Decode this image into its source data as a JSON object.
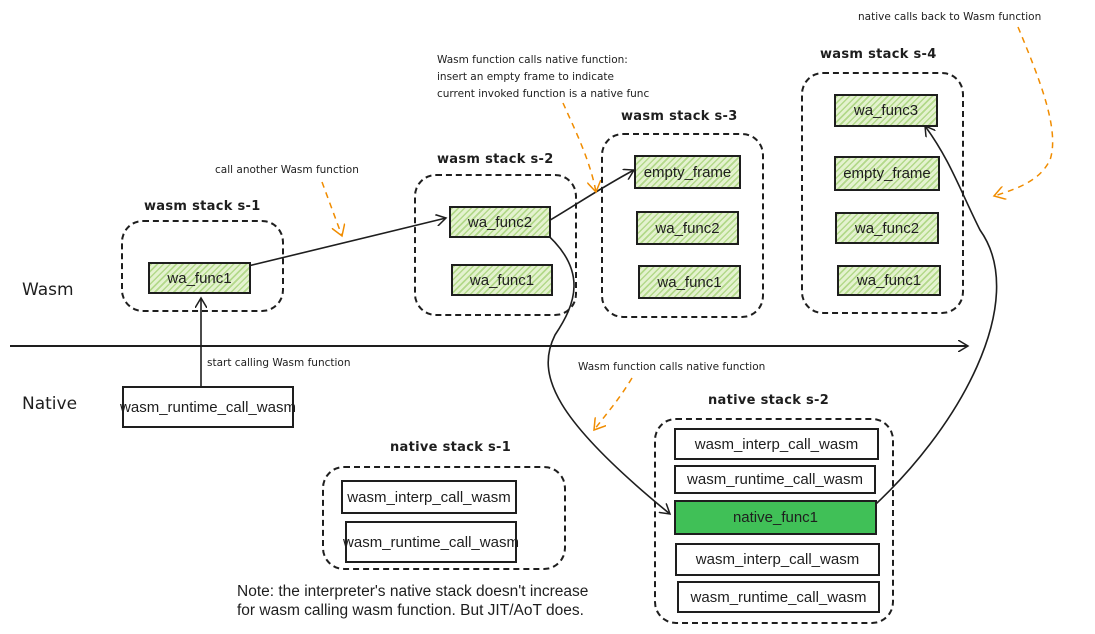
{
  "lanes": {
    "wasm_label": "Wasm",
    "native_label": "Native"
  },
  "stacks": {
    "wasm_s1": {
      "title": "wasm stack s-1",
      "frames": [
        "wa_func1"
      ]
    },
    "wasm_s2": {
      "title": "wasm stack s-2",
      "frames": [
        "wa_func2",
        "wa_func1"
      ]
    },
    "wasm_s3": {
      "title": "wasm stack s-3",
      "frames": [
        "empty_frame",
        "wa_func2",
        "wa_func1"
      ]
    },
    "wasm_s4": {
      "title": "wasm stack s-4",
      "frames": [
        "wa_func3",
        "empty_frame",
        "wa_func2",
        "wa_func1"
      ]
    },
    "native_s1": {
      "title": "native stack s-1",
      "frames": [
        "wasm_interp_call_wasm",
        "wasm_runtime_call_wasm"
      ]
    },
    "native_s2": {
      "title": "native stack s-2",
      "frames": [
        "wasm_interp_call_wasm",
        "wasm_runtime_call_wasm",
        "native_func1",
        "wasm_interp_call_wasm",
        "wasm_runtime_call_wasm"
      ]
    }
  },
  "entry_frame": "wasm_runtime_call_wasm",
  "annotations": {
    "start_call": "start calling Wasm function",
    "call_another": "call another Wasm function",
    "calls_native_line1": "Wasm function calls native function:",
    "calls_native_line2": "insert an empty frame to indicate",
    "calls_native_line3": "current invoked function is a native func",
    "native_callback": "native calls back to Wasm function",
    "wasm_calls_native": "Wasm function calls native function"
  },
  "note": {
    "line1": "Note: the interpreter's native stack doesn't increase",
    "line2": "for wasm calling wasm function. But JIT/AoT does."
  },
  "colors": {
    "stroke": "#1e1e1e",
    "wasm_frame_fill": "#b3d98a",
    "native_active_fill": "#40c057",
    "annotation_arrow": "#f08c00"
  }
}
